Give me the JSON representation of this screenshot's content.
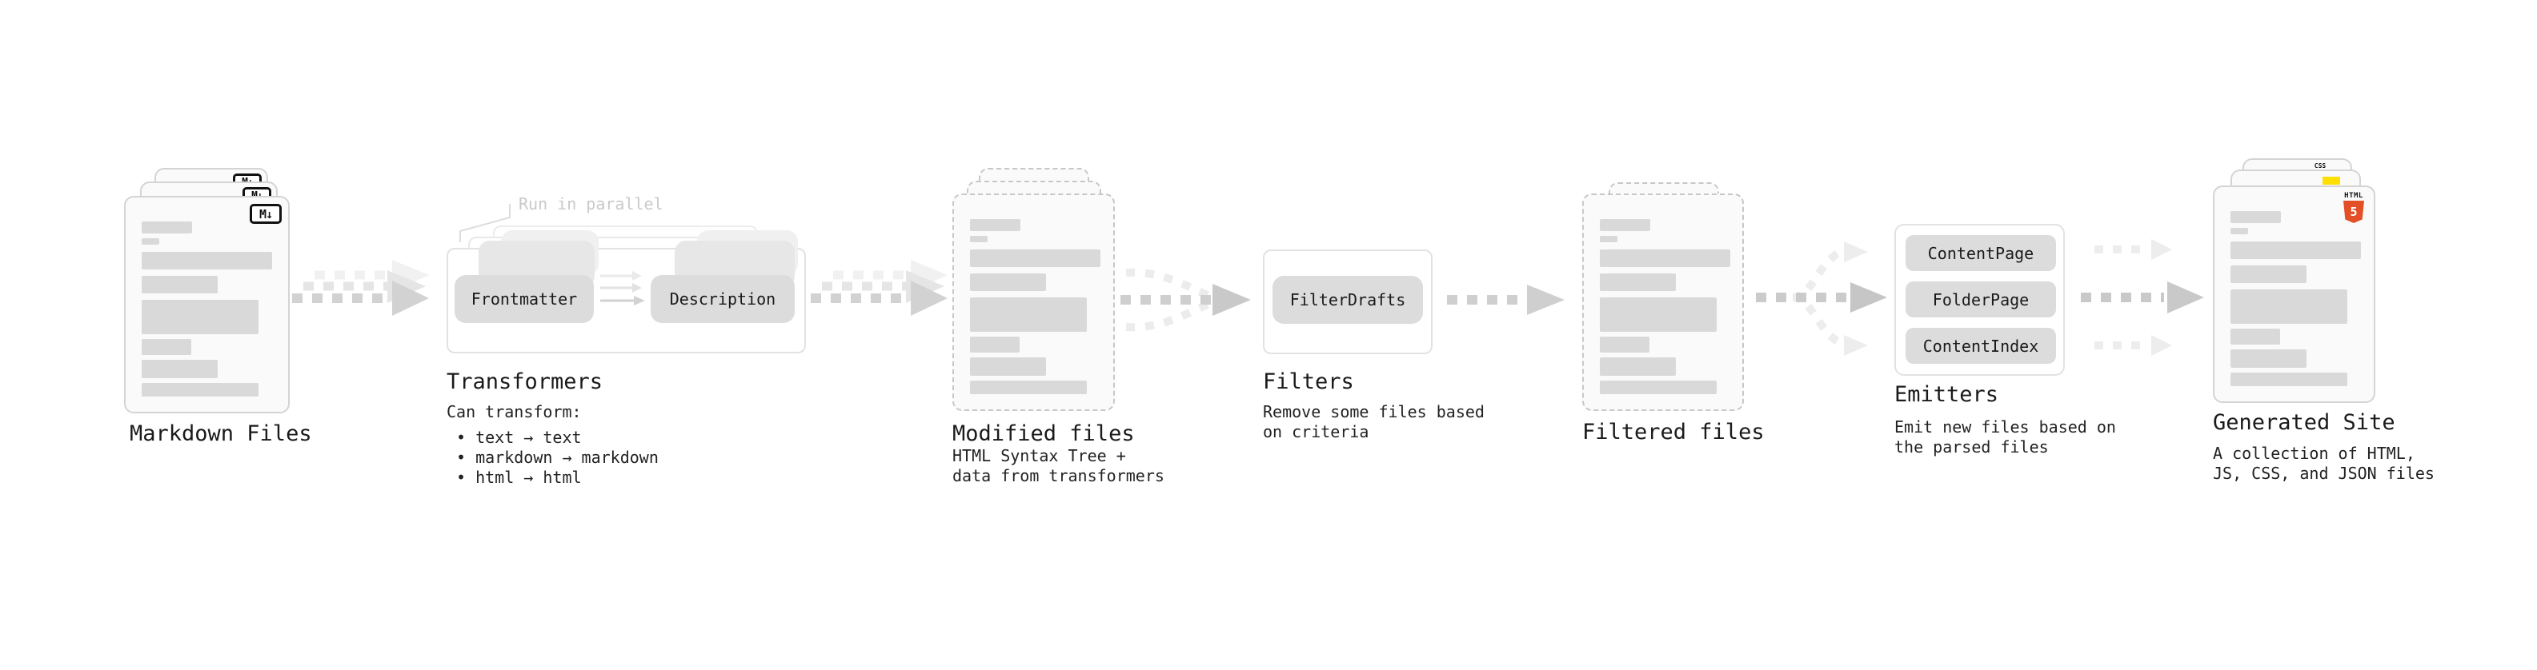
{
  "sections": {
    "markdown_files": {
      "label": "Markdown Files",
      "icon_label": "M↓"
    },
    "transformers": {
      "callout": "Run in parallel",
      "pill_left": "Frontmatter",
      "pill_right": "Description",
      "label": "Transformers",
      "desc_title": "Can transform:",
      "bullets": [
        "• text → text",
        "• markdown → markdown",
        "• html → html"
      ]
    },
    "modified_files": {
      "label": "Modified files",
      "desc": [
        "HTML Syntax Tree +",
        "data from transformers"
      ]
    },
    "filters": {
      "pill": "FilterDrafts",
      "label": "Filters",
      "desc": [
        "Remove some files based",
        "on criteria"
      ]
    },
    "filtered_files": {
      "label": "Filtered files"
    },
    "emitters": {
      "pills": [
        "ContentPage",
        "FolderPage",
        "ContentIndex"
      ],
      "label": "Emitters",
      "desc": [
        "Emit new files based on",
        "the parsed files"
      ]
    },
    "generated_site": {
      "label": "Generated Site",
      "desc": [
        "A collection of HTML,",
        "JS, CSS, and JSON files"
      ],
      "icons": {
        "html5_badge": "HTML",
        "html5_number": "5",
        "css_label": "CSS"
      }
    }
  },
  "colors": {
    "html5_orange": "#e34f26",
    "js_yellow": "#ffdf00",
    "css_blue": "#2f6be0",
    "bar_gray": "#d9d9d9",
    "pill_gray": "#dcdcdc",
    "arrow_gray": "#cfcfcf"
  }
}
